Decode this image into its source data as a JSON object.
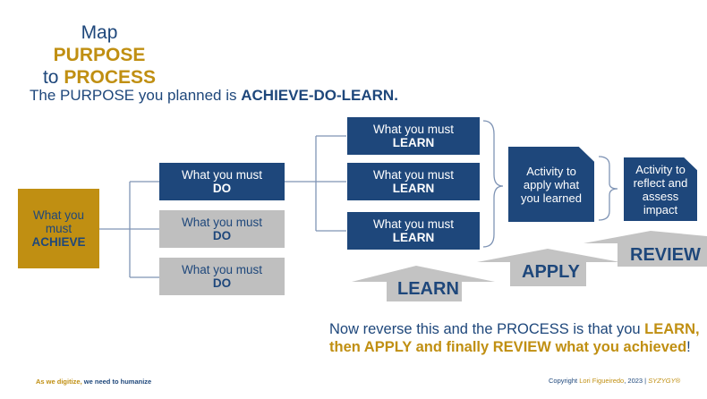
{
  "title": {
    "line1_prefix": "Map",
    "line1_bold": "PURPOSE",
    "line2_prefix": "to",
    "line2_bold": "PROCESS"
  },
  "subtitle": {
    "text": "The PURPOSE you planned is",
    "bold": "ACHIEVE-DO-LEARN."
  },
  "achieve": {
    "line1": "What you",
    "line2": "must",
    "bold": "ACHIEVE"
  },
  "do_boxes": [
    {
      "text": "What you must",
      "bold": "DO"
    },
    {
      "text": "What you must",
      "bold": "DO"
    },
    {
      "text": "What you must",
      "bold": "DO"
    }
  ],
  "learn_boxes": [
    {
      "text": "What you must",
      "bold": "LEARN"
    },
    {
      "text": "What you must",
      "bold": "LEARN"
    },
    {
      "text": "What you must",
      "bold": "LEARN"
    }
  ],
  "apply_box": "Activity to apply what you learned",
  "review_box": "Activity to reflect and assess impact",
  "arrows": [
    "LEARN",
    "APPLY",
    "REVIEW"
  ],
  "bottom": {
    "p1": "Now reverse this and the PROCESS is that you",
    "b1": "LEARN,",
    "b2": "then APPLY and finally REVIEW what you achieved",
    "end": "!"
  },
  "footer": {
    "left_gold": "As we digitize,",
    "left_blue": "we need to humanize",
    "right_prefix": "Copyright",
    "right_name": "Lori Figueiredo",
    "right_year": ", 2023 |",
    "right_brand": "SYZYGY®"
  },
  "colors": {
    "blue": "#1e477b",
    "gold": "#c08f12",
    "gray": "#bfbfbf"
  }
}
